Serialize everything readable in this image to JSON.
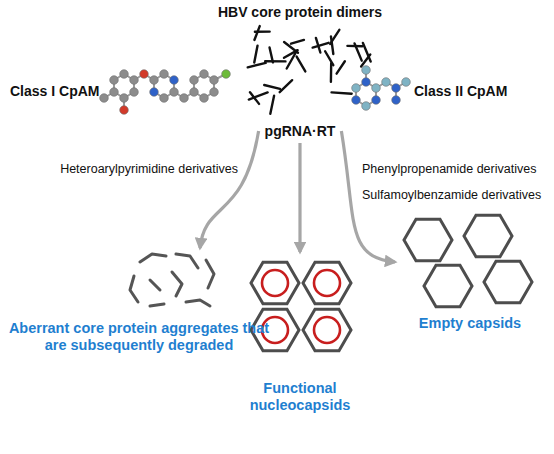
{
  "diagram": {
    "nodes": [
      {
        "text": [
          "pgRNA·RT"
        ]
      },
      {
        "text": [
          "Aberrant core protein aggregates that are subsequently degraded"
        ]
      },
      {
        "text": [
          "Functional nucleocapsids"
        ]
      },
      {
        "text": [
          "Empty capsids"
        ]
      }
    ],
    "edges": [
      {
        "from": 0,
        "to": 1,
        "arrow": "to"
      },
      {
        "from": 0,
        "to": 2,
        "arrow": "to"
      },
      {
        "from": 0,
        "to": 3,
        "arrow": "to"
      }
    ],
    "labels": [
      "HBV core protein dimers",
      "Class I CpAM",
      "Class II CpAM",
      "Heteroarylpyrimidine derivatives",
      "Phenylpropenamide derivatives",
      "Sulfamoylbenzamide derivatives"
    ]
  }
}
